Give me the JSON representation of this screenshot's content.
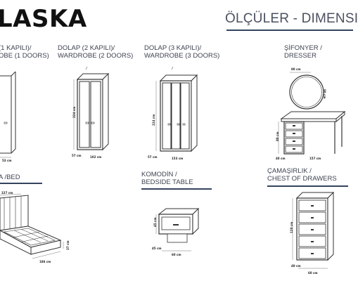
{
  "header": {
    "brand": "LASKA",
    "dimensions_title": "ÖLÇÜLER - DIMENSI"
  },
  "products": [
    {
      "line1": "(1 KAPILI)/",
      "line2": "OBE (1 DOORS)"
    },
    {
      "line1": "DOLAP (2 KAPILI)/",
      "line2": "WARDROBE (2 DOORS)"
    },
    {
      "line1": "DOLAP (3 KAPILI)/",
      "line2": "WARDROBE (3 DOORS)"
    },
    {
      "line1": "ŞİFONYER /",
      "line2": "DRESSER"
    },
    {
      "line1": "A /BED",
      "line2": ""
    },
    {
      "line1": "KOMODİN /",
      "line2": "BEDSIDE TABLE"
    },
    {
      "line1": "ÇAMAŞIRLIK /",
      "line2": "CHEST OF DRAWERS"
    }
  ],
  "dimension_labels": {
    "w1_width": "53 cm",
    "w2_height": "224 cm",
    "w2_width": "102 cm",
    "w2_depth": "57 cm",
    "w3_height": "224 cm",
    "w3_width": "153 cm",
    "w3_depth": "57 cm",
    "mirror_w": "80 cm",
    "mirror_h": "90 cm",
    "dresser_h": "80 cm",
    "dresser_d": "40 cm",
    "dresser_w": "157 cm",
    "bed_w": "227 cm",
    "bed_h": "37 cm",
    "bed_d": "186 cm",
    "bedside_h": "45 cm",
    "bedside_d": "45 cm",
    "bedside_w": "60 cm",
    "chest_h": "120 cm",
    "chest_d": "40 cm",
    "chest_w": "60 cm"
  },
  "colors": {
    "accent_line": "#34445e",
    "frame": "#333333"
  }
}
